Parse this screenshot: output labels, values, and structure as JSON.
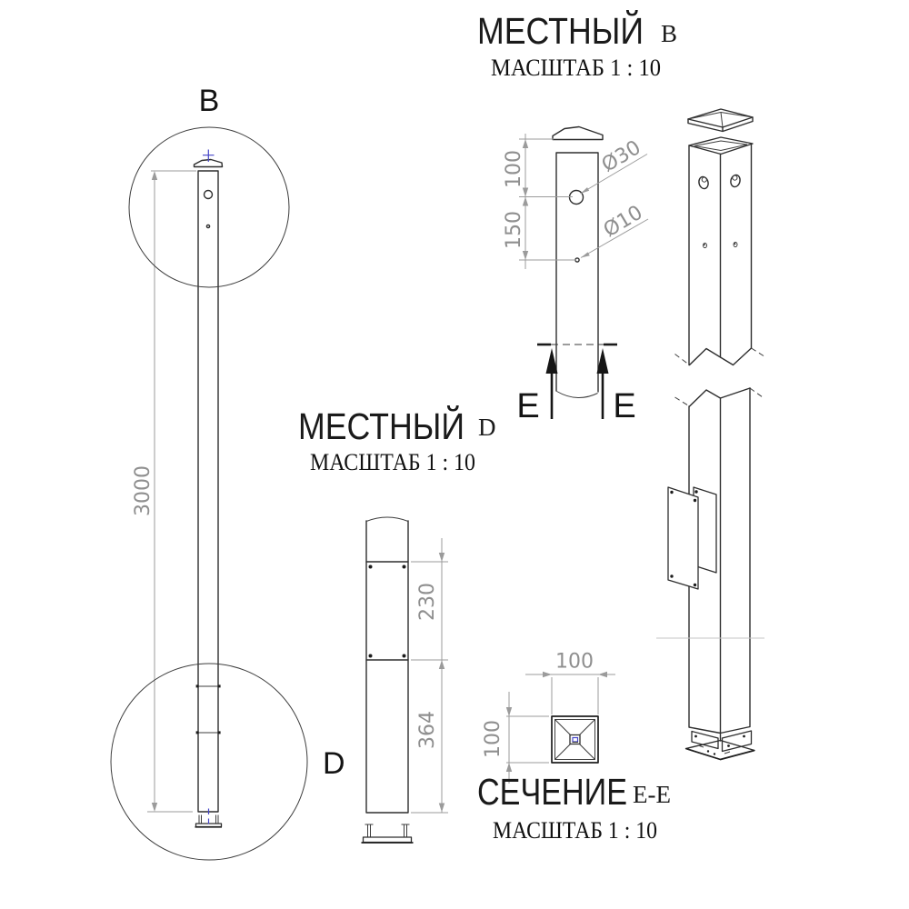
{
  "document": {
    "type": "technical-drawing",
    "background": "#ffffff"
  },
  "colors": {
    "line": "#2e2e2e",
    "dim_line": "#9b9b9b",
    "dim_text": "#8f8f8f",
    "accent_blue": "#4646c8"
  },
  "titles": {
    "local_b": {
      "main": "МЕСТНЫЙ",
      "sub": "В",
      "scale": "МАСШТАБ 1 : 10"
    },
    "local_d": {
      "main": "МЕСТНЫЙ",
      "sub": "D",
      "scale": "МАСШТАБ 1 : 10"
    },
    "section_ee": {
      "main": "СЕЧЕНИЕ",
      "sub": "Е-Е",
      "scale": "МАСШТАБ 1 : 10"
    }
  },
  "view_labels": {
    "detail_b": "B",
    "detail_d": "D",
    "section_left": "E",
    "section_right": "E"
  },
  "dimensions": {
    "pole_length": "3000",
    "hole_top_offset": "100",
    "hole_spacing": "150",
    "large_hole_dia": "Ø30",
    "small_hole_dia": "Ø10",
    "plate_height": "230",
    "lower_segment": "364",
    "section_width": "100",
    "section_height": "100"
  }
}
